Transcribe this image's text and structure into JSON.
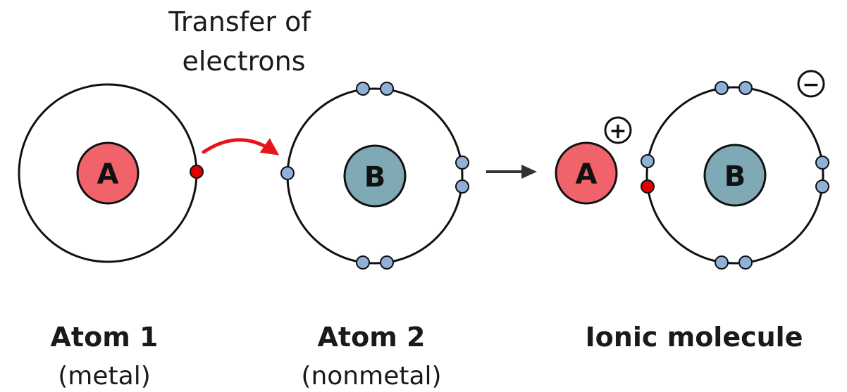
{
  "transfer_label": {
    "line1": "Transfer of",
    "line2": "electrons"
  },
  "atom1": {
    "title": "Atom 1",
    "subtitle": "(metal)",
    "nucleus": "A"
  },
  "atom2": {
    "title": "Atom 2",
    "subtitle": "(nonmetal)",
    "nucleus": "B"
  },
  "ionic": {
    "title": "Ionic molecule",
    "cation_nucleus": "A",
    "anion_nucleus": "B",
    "cation_charge": "+",
    "anion_charge": "−"
  },
  "colors": {
    "metal_nucleus": "#f0636a",
    "nonmetal_nucleus": "#7fa9b5",
    "electron_valence": "#8fb0d8",
    "electron_transferred": "#e00000",
    "transfer_arrow": "#e8141b",
    "reaction_arrow": "#333333",
    "shell": "#111111"
  }
}
